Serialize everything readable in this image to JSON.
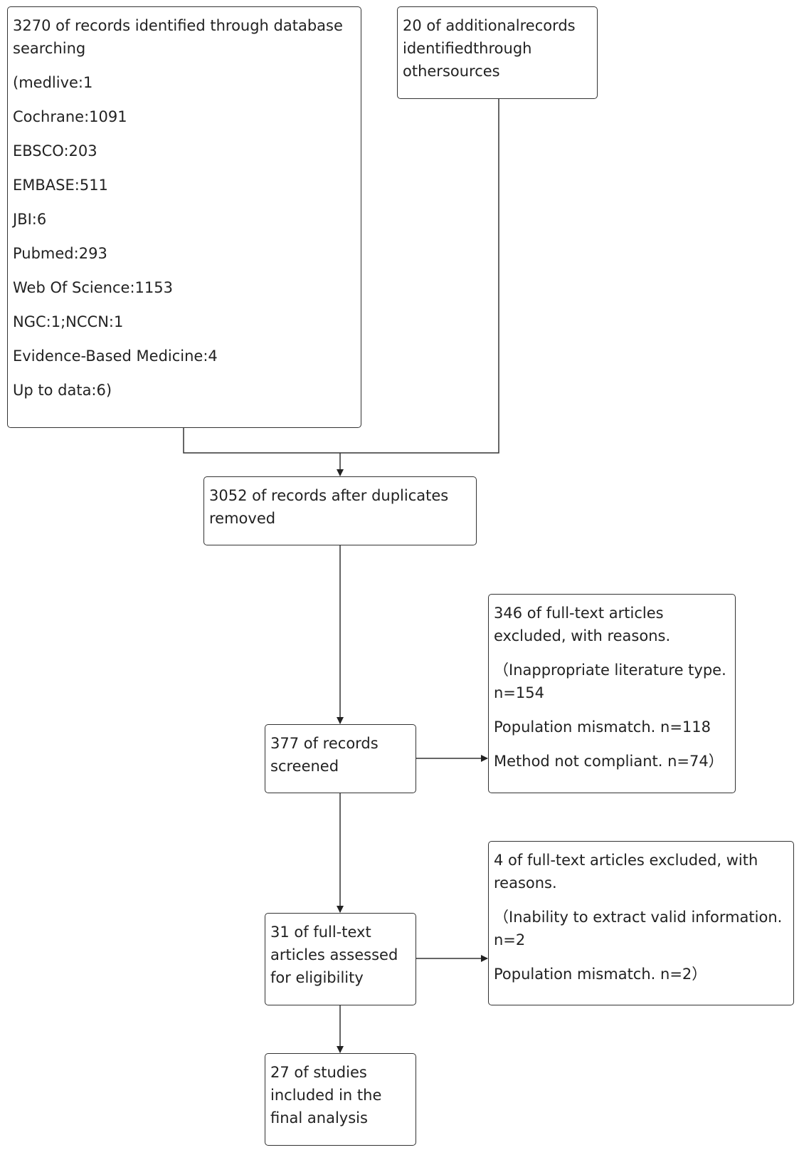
{
  "boxes": {
    "database_search": {
      "lines": [
        "3270 of records identified through database searching",
        "(medlive:1",
        "Cochrane:1091",
        "EBSCO:203",
        "EMBASE:511",
        "JBI:6",
        "Pubmed:293",
        "Web Of Science:1153",
        "NGC:1;NCCN:1",
        "Evidence-Based Medicine:4",
        "Up to data:6)"
      ]
    },
    "other_sources": {
      "text": "20 of additionalrecords identifiedthrough othersources"
    },
    "duplicates_removed": {
      "text": "3052 of records after duplicates removed"
    },
    "screened": {
      "text": "377 of records screened"
    },
    "excluded_screening": {
      "lines": [
        "346 of full-text articles excluded, with reasons.",
        "（Inappropriate literature type. n=154",
        "Population mismatch. n=118",
        "Method not compliant. n=74）"
      ]
    },
    "eligibility": {
      "text": "31 of full-text articles assessed for eligibility"
    },
    "excluded_eligibility": {
      "lines": [
        "4 of full-text articles excluded, with reasons.",
        "（Inability to extract valid information. n=2",
        "Population mismatch. n=2）"
      ]
    },
    "included": {
      "text": "27 of studies included in the final analysis"
    }
  }
}
